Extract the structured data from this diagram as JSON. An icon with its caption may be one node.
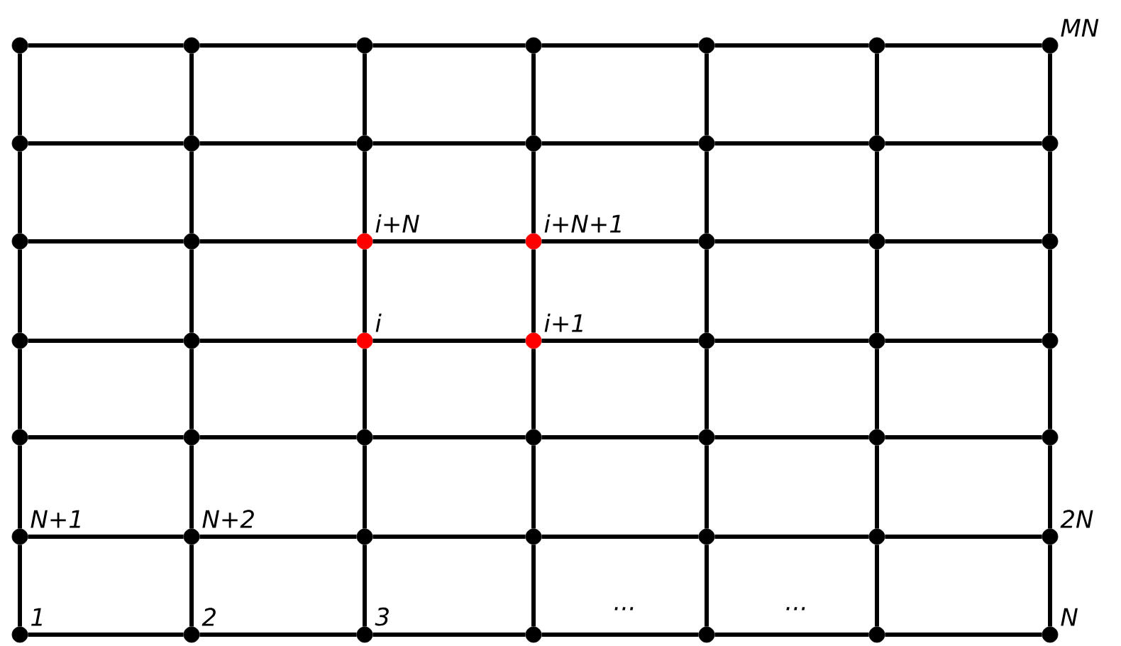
{
  "diagram": {
    "nodes": [
      {
        "text": [],
        "shape": "circle"
      },
      {
        "text": [],
        "shape": "circle"
      },
      {
        "text": [],
        "shape": "circle"
      },
      {
        "text": [],
        "shape": "circle"
      },
      {
        "text": [],
        "shape": "circle"
      },
      {
        "text": [],
        "shape": "circle"
      },
      {
        "text": [],
        "shape": "circle",
        "beside": [
          "MN"
        ]
      },
      {
        "text": [],
        "shape": "circle"
      },
      {
        "text": [],
        "shape": "circle"
      },
      {
        "text": [],
        "shape": "circle"
      },
      {
        "text": [],
        "shape": "circle"
      },
      {
        "text": [],
        "shape": "circle"
      },
      {
        "text": [],
        "shape": "circle"
      },
      {
        "text": [],
        "shape": "circle"
      },
      {
        "text": [],
        "shape": "circle"
      },
      {
        "text": [],
        "shape": "circle"
      },
      {
        "text": [],
        "shape": "circle",
        "beside": [
          "i+N"
        ]
      },
      {
        "text": [],
        "shape": "circle",
        "beside": [
          "i+N+1"
        ]
      },
      {
        "text": [],
        "shape": "circle"
      },
      {
        "text": [],
        "shape": "circle"
      },
      {
        "text": [],
        "shape": "circle"
      },
      {
        "text": [],
        "shape": "circle"
      },
      {
        "text": [],
        "shape": "circle"
      },
      {
        "text": [],
        "shape": "circle",
        "beside": [
          "i"
        ]
      },
      {
        "text": [],
        "shape": "circle",
        "beside": [
          "i+1"
        ]
      },
      {
        "text": [],
        "shape": "circle"
      },
      {
        "text": [],
        "shape": "circle"
      },
      {
        "text": [],
        "shape": "circle"
      },
      {
        "text": [],
        "shape": "circle"
      },
      {
        "text": [],
        "shape": "circle"
      },
      {
        "text": [],
        "shape": "circle"
      },
      {
        "text": [],
        "shape": "circle"
      },
      {
        "text": [],
        "shape": "circle"
      },
      {
        "text": [],
        "shape": "circle"
      },
      {
        "text": [],
        "shape": "circle"
      },
      {
        "text": [],
        "shape": "circle",
        "beside": [
          "N+1"
        ]
      },
      {
        "text": [],
        "shape": "circle",
        "beside": [
          "N+2"
        ]
      },
      {
        "text": [],
        "shape": "circle"
      },
      {
        "text": [],
        "shape": "circle"
      },
      {
        "text": [],
        "shape": "circle"
      },
      {
        "text": [],
        "shape": "circle"
      },
      {
        "text": [],
        "shape": "circle",
        "beside": [
          "2N"
        ]
      },
      {
        "text": [],
        "shape": "circle",
        "beside": [
          "1"
        ]
      },
      {
        "text": [],
        "shape": "circle",
        "beside": [
          "2"
        ]
      },
      {
        "text": [],
        "shape": "circle",
        "beside": [
          "3"
        ]
      },
      {
        "text": [],
        "shape": "circle"
      },
      {
        "text": [],
        "shape": "circle"
      },
      {
        "text": [],
        "shape": "circle"
      },
      {
        "text": [],
        "shape": "circle",
        "beside": [
          "N"
        ]
      }
    ],
    "edges": [
      {
        "from": 0,
        "to": 1,
        "arrow": "none"
      },
      {
        "from": 1,
        "to": 2,
        "arrow": "none"
      },
      {
        "from": 2,
        "to": 3,
        "arrow": "none"
      },
      {
        "from": 3,
        "to": 4,
        "arrow": "none"
      },
      {
        "from": 4,
        "to": 5,
        "arrow": "none"
      },
      {
        "from": 5,
        "to": 6,
        "arrow": "none"
      },
      {
        "from": 7,
        "to": 8,
        "arrow": "none"
      },
      {
        "from": 8,
        "to": 9,
        "arrow": "none"
      },
      {
        "from": 9,
        "to": 10,
        "arrow": "none"
      },
      {
        "from": 10,
        "to": 11,
        "arrow": "none"
      },
      {
        "from": 11,
        "to": 12,
        "arrow": "none"
      },
      {
        "from": 12,
        "to": 13,
        "arrow": "none"
      },
      {
        "from": 14,
        "to": 15,
        "arrow": "none"
      },
      {
        "from": 15,
        "to": 16,
        "arrow": "none"
      },
      {
        "from": 16,
        "to": 17,
        "arrow": "none"
      },
      {
        "from": 17,
        "to": 18,
        "arrow": "none"
      },
      {
        "from": 18,
        "to": 19,
        "arrow": "none"
      },
      {
        "from": 19,
        "to": 20,
        "arrow": "none"
      },
      {
        "from": 21,
        "to": 22,
        "arrow": "none"
      },
      {
        "from": 22,
        "to": 23,
        "arrow": "none"
      },
      {
        "from": 23,
        "to": 24,
        "arrow": "none"
      },
      {
        "from": 24,
        "to": 25,
        "arrow": "none"
      },
      {
        "from": 25,
        "to": 26,
        "arrow": "none"
      },
      {
        "from": 26,
        "to": 27,
        "arrow": "none"
      },
      {
        "from": 28,
        "to": 29,
        "arrow": "none"
      },
      {
        "from": 29,
        "to": 30,
        "arrow": "none"
      },
      {
        "from": 30,
        "to": 31,
        "arrow": "none"
      },
      {
        "from": 31,
        "to": 32,
        "arrow": "none"
      },
      {
        "from": 32,
        "to": 33,
        "arrow": "none"
      },
      {
        "from": 33,
        "to": 34,
        "arrow": "none"
      },
      {
        "from": 35,
        "to": 36,
        "arrow": "none"
      },
      {
        "from": 36,
        "to": 37,
        "arrow": "none"
      },
      {
        "from": 37,
        "to": 38,
        "arrow": "none"
      },
      {
        "from": 38,
        "to": 39,
        "arrow": "none"
      },
      {
        "from": 39,
        "to": 40,
        "arrow": "none"
      },
      {
        "from": 40,
        "to": 41,
        "arrow": "none"
      },
      {
        "from": 42,
        "to": 43,
        "arrow": "none"
      },
      {
        "from": 43,
        "to": 44,
        "arrow": "none"
      },
      {
        "from": 44,
        "to": 45,
        "arrow": "none"
      },
      {
        "from": 45,
        "to": 46,
        "arrow": "none"
      },
      {
        "from": 46,
        "to": 47,
        "arrow": "none"
      },
      {
        "from": 47,
        "to": 48,
        "arrow": "none"
      },
      {
        "from": 0,
        "to": 7,
        "arrow": "none"
      },
      {
        "from": 1,
        "to": 8,
        "arrow": "none"
      },
      {
        "from": 2,
        "to": 9,
        "arrow": "none"
      },
      {
        "from": 3,
        "to": 10,
        "arrow": "none"
      },
      {
        "from": 4,
        "to": 11,
        "arrow": "none"
      },
      {
        "from": 5,
        "to": 12,
        "arrow": "none"
      },
      {
        "from": 6,
        "to": 13,
        "arrow": "none"
      },
      {
        "from": 7,
        "to": 14,
        "arrow": "none"
      },
      {
        "from": 8,
        "to": 15,
        "arrow": "none"
      },
      {
        "from": 9,
        "to": 16,
        "arrow": "none"
      },
      {
        "from": 10,
        "to": 17,
        "arrow": "none"
      },
      {
        "from": 11,
        "to": 18,
        "arrow": "none"
      },
      {
        "from": 12,
        "to": 19,
        "arrow": "none"
      },
      {
        "from": 13,
        "to": 20,
        "arrow": "none"
      },
      {
        "from": 14,
        "to": 21,
        "arrow": "none"
      },
      {
        "from": 15,
        "to": 22,
        "arrow": "none"
      },
      {
        "from": 16,
        "to": 23,
        "arrow": "none"
      },
      {
        "from": 17,
        "to": 24,
        "arrow": "none"
      },
      {
        "from": 18,
        "to": 25,
        "arrow": "none"
      },
      {
        "from": 19,
        "to": 26,
        "arrow": "none"
      },
      {
        "from": 20,
        "to": 27,
        "arrow": "none"
      },
      {
        "from": 21,
        "to": 28,
        "arrow": "none"
      },
      {
        "from": 22,
        "to": 29,
        "arrow": "none"
      },
      {
        "from": 23,
        "to": 30,
        "arrow": "none"
      },
      {
        "from": 24,
        "to": 31,
        "arrow": "none"
      },
      {
        "from": 25,
        "to": 32,
        "arrow": "none"
      },
      {
        "from": 26,
        "to": 33,
        "arrow": "none"
      },
      {
        "from": 27,
        "to": 34,
        "arrow": "none"
      },
      {
        "from": 28,
        "to": 35,
        "arrow": "none"
      },
      {
        "from": 29,
        "to": 36,
        "arrow": "none"
      },
      {
        "from": 30,
        "to": 37,
        "arrow": "none"
      },
      {
        "from": 31,
        "to": 38,
        "arrow": "none"
      },
      {
        "from": 32,
        "to": 39,
        "arrow": "none"
      },
      {
        "from": 33,
        "to": 40,
        "arrow": "none"
      },
      {
        "from": 34,
        "to": 41,
        "arrow": "none"
      },
      {
        "from": 35,
        "to": 42,
        "arrow": "none"
      },
      {
        "from": 36,
        "to": 43,
        "arrow": "none"
      },
      {
        "from": 37,
        "to": 44,
        "arrow": "none"
      },
      {
        "from": 38,
        "to": 45,
        "arrow": "none"
      },
      {
        "from": 39,
        "to": 46,
        "arrow": "none"
      },
      {
        "from": 40,
        "to": 47,
        "arrow": "none"
      },
      {
        "from": 41,
        "to": 48,
        "arrow": "none"
      }
    ],
    "labels": [
      "...",
      "..."
    ]
  }
}
